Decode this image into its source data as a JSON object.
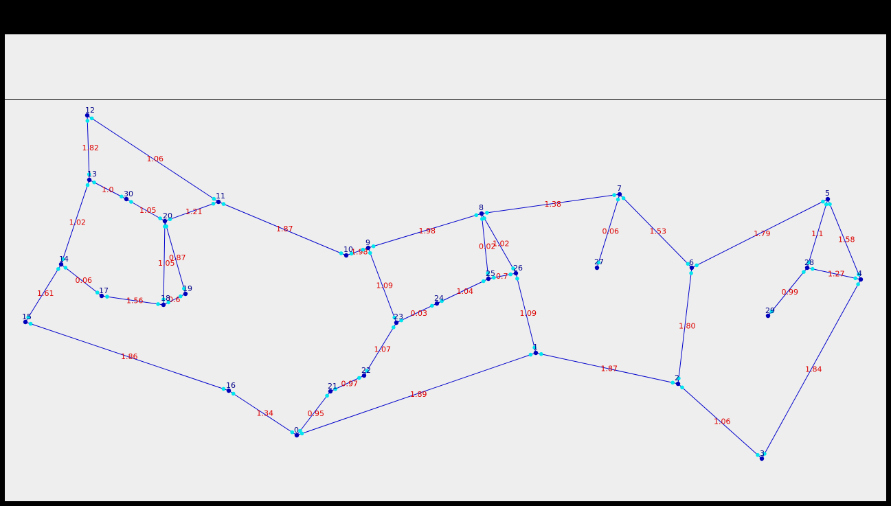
{
  "colors": {
    "edge": "#0000cc",
    "node": "#0000bb",
    "weight": "#dd0000",
    "port": "#00e5ee",
    "background": "#eeeeee"
  },
  "graph": {
    "nodes": [
      {
        "id": "0"
      },
      {
        "id": "1"
      },
      {
        "id": "2"
      },
      {
        "id": "3"
      },
      {
        "id": "4"
      },
      {
        "id": "5"
      },
      {
        "id": "6"
      },
      {
        "id": "7"
      },
      {
        "id": "8"
      },
      {
        "id": "9"
      },
      {
        "id": "10"
      },
      {
        "id": "11"
      },
      {
        "id": "12"
      },
      {
        "id": "13"
      },
      {
        "id": "14"
      },
      {
        "id": "15"
      },
      {
        "id": "16"
      },
      {
        "id": "17"
      },
      {
        "id": "18"
      },
      {
        "id": "19"
      },
      {
        "id": "20"
      },
      {
        "id": "21"
      },
      {
        "id": "22"
      },
      {
        "id": "23"
      },
      {
        "id": "24"
      },
      {
        "id": "25"
      },
      {
        "id": "26"
      },
      {
        "id": "27"
      },
      {
        "id": "28"
      },
      {
        "id": "29"
      },
      {
        "id": "30"
      }
    ],
    "edges": [
      {
        "from": "12",
        "to": "13",
        "weight": "1.82"
      },
      {
        "from": "12",
        "to": "11",
        "weight": "1.06"
      },
      {
        "from": "13",
        "to": "30",
        "weight": "1.0"
      },
      {
        "from": "30",
        "to": "20",
        "weight": "1.05"
      },
      {
        "from": "20",
        "to": "11",
        "weight": "1.21"
      },
      {
        "from": "13",
        "to": "14",
        "weight": "1.02"
      },
      {
        "from": "14",
        "to": "15",
        "weight": "1.61"
      },
      {
        "from": "14",
        "to": "17",
        "weight": "0.06"
      },
      {
        "from": "17",
        "to": "18",
        "weight": "1.56"
      },
      {
        "from": "20",
        "to": "18",
        "weight": "1.05"
      },
      {
        "from": "20",
        "to": "19",
        "weight": "0.87"
      },
      {
        "from": "18",
        "to": "19",
        "weight": "0.6"
      },
      {
        "from": "15",
        "to": "16",
        "weight": "1.86"
      },
      {
        "from": "16",
        "to": "0",
        "weight": "1.34"
      },
      {
        "from": "11",
        "to": "10",
        "weight": "1.87"
      },
      {
        "from": "10",
        "to": "9",
        "weight": "1.98"
      },
      {
        "from": "9",
        "to": "8",
        "weight": "1.98"
      },
      {
        "from": "9",
        "to": "23",
        "weight": "1.09"
      },
      {
        "from": "8",
        "to": "7",
        "weight": "1.38"
      },
      {
        "from": "8",
        "to": "25",
        "weight": "0.02"
      },
      {
        "from": "8",
        "to": "26",
        "weight": "1.02"
      },
      {
        "from": "25",
        "to": "26",
        "weight": "0.7"
      },
      {
        "from": "24",
        "to": "25",
        "weight": "1.04"
      },
      {
        "from": "23",
        "to": "24",
        "weight": "0.03"
      },
      {
        "from": "23",
        "to": "22",
        "weight": "1.07"
      },
      {
        "from": "22",
        "to": "21",
        "weight": "0.97"
      },
      {
        "from": "21",
        "to": "0",
        "weight": "0.95"
      },
      {
        "from": "0",
        "to": "1",
        "weight": "1.89"
      },
      {
        "from": "26",
        "to": "1",
        "weight": "1.09"
      },
      {
        "from": "1",
        "to": "2",
        "weight": "1.87"
      },
      {
        "from": "7",
        "to": "27",
        "weight": "0.06"
      },
      {
        "from": "7",
        "to": "6",
        "weight": "1.53"
      },
      {
        "from": "6",
        "to": "2",
        "weight": "1.80"
      },
      {
        "from": "6",
        "to": "5",
        "weight": "1.79"
      },
      {
        "from": "2",
        "to": "3",
        "weight": "1.06"
      },
      {
        "from": "3",
        "to": "4",
        "weight": "1.84"
      },
      {
        "from": "5",
        "to": "4",
        "weight": "1.58"
      },
      {
        "from": "5",
        "to": "28",
        "weight": "1.1"
      },
      {
        "from": "28",
        "to": "4",
        "weight": "1.27"
      },
      {
        "from": "28",
        "to": "29",
        "weight": "0.99"
      }
    ]
  }
}
